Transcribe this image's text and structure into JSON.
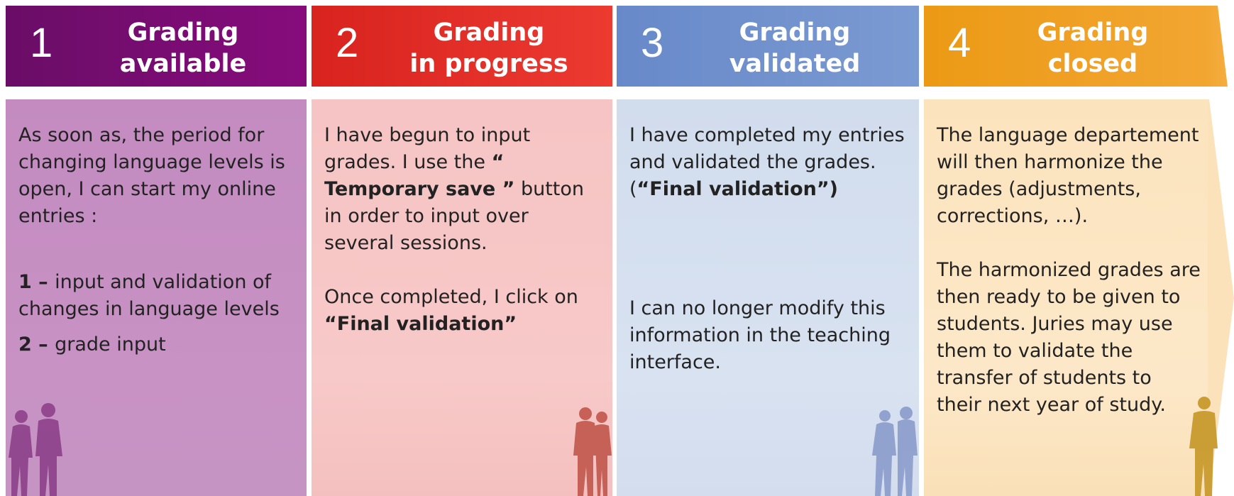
{
  "colors": {
    "step1": "#7a0c73",
    "step2": "#e12d26",
    "step3": "#6e8fcb",
    "step4": "#ef9f22"
  },
  "steps": [
    {
      "number": "1",
      "title_line1": "Grading",
      "title_line2": "available",
      "paragraphs": [
        [
          {
            "bold": "",
            "text": "As soon as, the period for changing language levels is open, I can start my online entries :"
          }
        ],
        [
          {
            "bold": "1 – ",
            "text": "input and validation of changes in language levels"
          }
        ],
        [
          {
            "bold": "2 – ",
            "text": "grade input"
          }
        ]
      ]
    },
    {
      "number": "2",
      "title_line1": "Grading",
      "title_line2": "in progress",
      "paragraphs": [
        [
          {
            "bold": "",
            "text": "I have begun to input grades. I use the "
          },
          {
            "bold": "“ Temporary save ”",
            "text": ""
          },
          {
            "bold": "",
            "text": " button in order to input over several sessions."
          }
        ],
        [
          {
            "bold": "",
            "text": "Once completed, I click on "
          },
          {
            "bold": "“Final validation”",
            "text": ""
          }
        ]
      ]
    },
    {
      "number": "3",
      "title_line1": "Grading",
      "title_line2": "validated",
      "paragraphs": [
        [
          {
            "bold": "",
            "text": "I have completed my entries and validated the grades. ("
          },
          {
            "bold": "“Final validation”)",
            "text": ""
          }
        ],
        [
          {
            "bold": "",
            "text": "I can no longer modify this information in the teaching interface."
          }
        ]
      ]
    },
    {
      "number": "4",
      "title_line1": "Grading",
      "title_line2": "closed",
      "paragraphs": [
        [
          {
            "bold": "",
            "text": "The language departement will then harmonize the grades (adjustments, corrections, …)."
          }
        ],
        [
          {
            "bold": "",
            "text": "The harmonized grades are then ready to be given to students. Juries may use them to validate the transfer of students to their next year of study."
          }
        ]
      ]
    }
  ]
}
